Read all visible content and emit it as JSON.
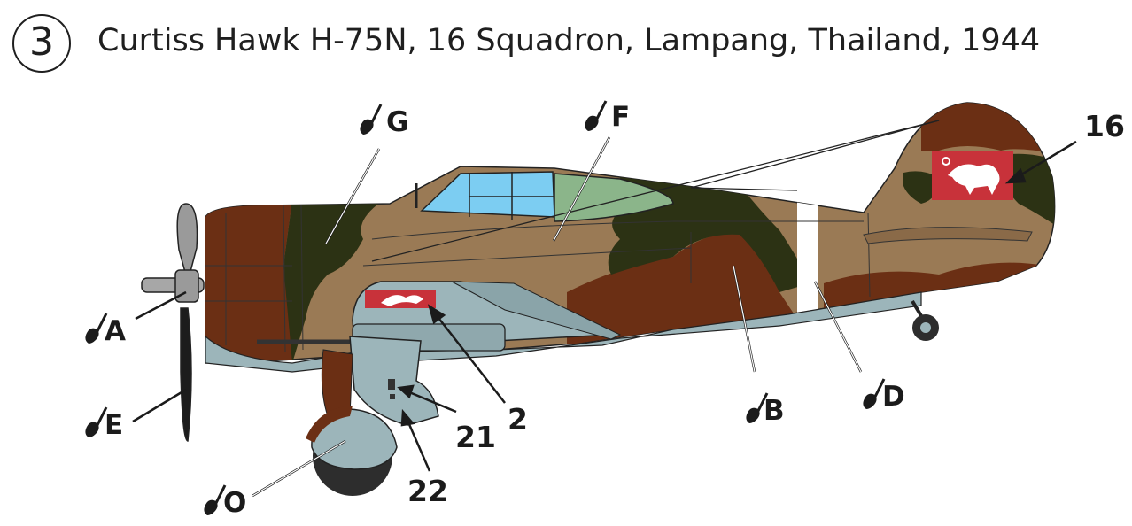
{
  "header": {
    "number": "3",
    "title": "Curtiss Hawk H-75N, 16 Squadron, Lampang, Thailand, 1944"
  },
  "colors": {
    "brown": "#6b2f14",
    "tan": "#9a7a55",
    "dark_green": "#2c3214",
    "underside_blue": "#9cb5ba",
    "canopy_blue": "#7ccdf2",
    "insignia_red": "#c8323a",
    "outline": "#222222"
  },
  "paint_callouts": [
    {
      "letter": "A"
    },
    {
      "letter": "E"
    },
    {
      "letter": "G"
    },
    {
      "letter": "F"
    },
    {
      "letter": "B"
    },
    {
      "letter": "D"
    },
    {
      "letter": "O"
    }
  ],
  "decal_callouts": [
    {
      "number": "16"
    },
    {
      "number": "2"
    },
    {
      "number": "21"
    },
    {
      "number": "22"
    }
  ]
}
